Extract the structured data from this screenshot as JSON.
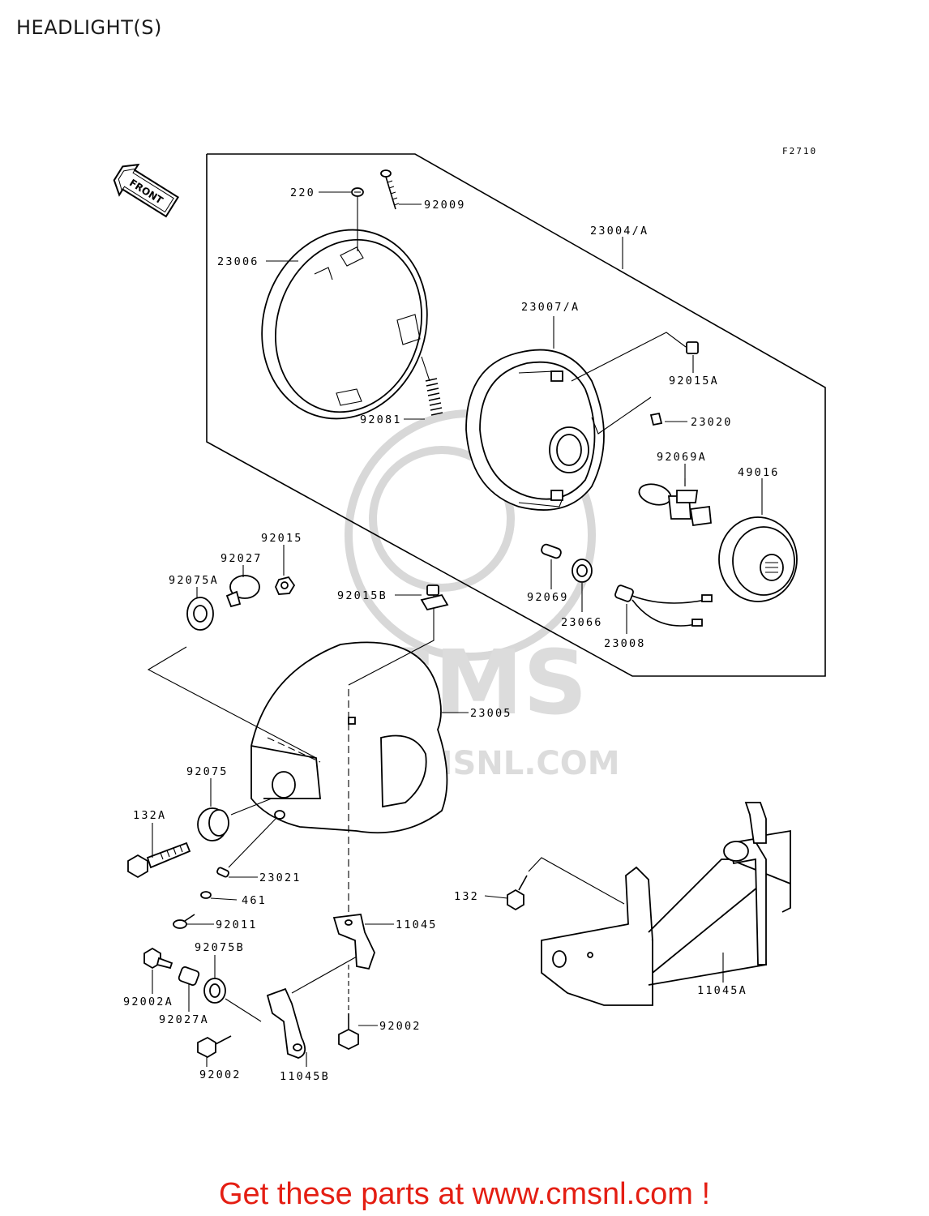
{
  "page": {
    "title": "HEADLIGHT(S)"
  },
  "diagram": {
    "figure_code": "F2710",
    "front_arrow_label": "FRONT",
    "watermark": {
      "logo_text": "CMS",
      "url_text": "WWW.CMSNL.COM"
    },
    "callouts": {
      "p220": "220",
      "p92009": "92009",
      "p23006": "23006",
      "p23004A": "23004/A",
      "p23007A": "23007/A",
      "p92015A": "92015A",
      "p92081": "92081",
      "p23020": "23020",
      "p92069A": "92069A",
      "p49016": "49016",
      "p92015": "92015",
      "p92027": "92027",
      "p92075A": "92075A",
      "p92015B": "92015B",
      "p92069": "92069",
      "p23066": "23066",
      "p23008": "23008",
      "p23005": "23005",
      "p92075": "92075",
      "p132A": "132A",
      "p23021": "23021",
      "p461": "461",
      "p92011": "92011",
      "p11045": "11045",
      "p132": "132",
      "p92075B": "92075B",
      "p92002A": "92002A",
      "p92027A": "92027A",
      "p92002a": "92002",
      "p92002b": "92002",
      "p11045B": "11045B",
      "p11045A": "11045A"
    }
  },
  "footer": {
    "promo_text": "Get these parts at www.cmsnl.com !",
    "color": "#e41e13"
  }
}
